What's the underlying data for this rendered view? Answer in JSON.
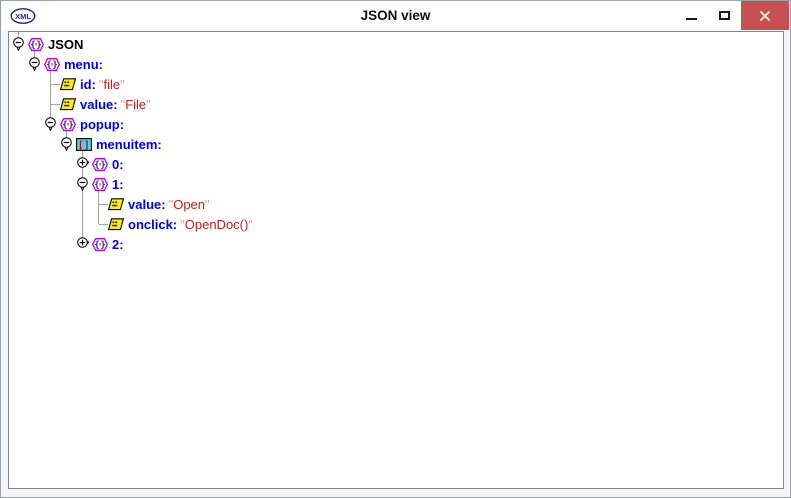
{
  "window": {
    "title": "JSON view",
    "controls": {
      "minimize": "minimize",
      "maximize": "maximize",
      "close": "close"
    },
    "app_icon_text": "XML"
  },
  "colors": {
    "titlebar_bg": "#ffffff",
    "window_border": "#9aa3ac",
    "close_button_bg": "#c75050",
    "close_glyph": "#ffffff",
    "panel_border": "#828790",
    "panel_bg": "#ffffff",
    "tree_line": "#a3a3a3",
    "label_blue": "#0000f0",
    "root_label_black": "#000000",
    "string_value_red": "#be2020",
    "quote_light_red": "#d89e9e",
    "object_icon_border_magenta": "#c800c8",
    "object_icon_brace_blue": "#2020cc",
    "object_icon_center_orange": "#ff8a00",
    "array_icon_bg_cyan": "#40d8f0",
    "array_icon_bracket_red": "#d00000",
    "leaf_icon_bg_yellow": "#ffee00"
  },
  "tree": {
    "rows": [
      {
        "level": 0,
        "expander": "expanded",
        "icon": "object",
        "label": "JSON",
        "value": null,
        "label_style": "root"
      },
      {
        "level": 1,
        "expander": "expanded",
        "icon": "object",
        "label": "menu:",
        "value": null,
        "label_style": "name"
      },
      {
        "level": 2,
        "expander": "leaf",
        "icon": "text",
        "label": "id:",
        "value": "file",
        "label_style": "name"
      },
      {
        "level": 2,
        "expander": "leaf",
        "icon": "text",
        "label": "value:",
        "value": "File",
        "label_style": "name"
      },
      {
        "level": 2,
        "expander": "expanded",
        "icon": "object",
        "label": "popup:",
        "value": null,
        "label_style": "name"
      },
      {
        "level": 3,
        "expander": "expanded",
        "icon": "array",
        "label": "menuitem:",
        "value": null,
        "label_style": "name"
      },
      {
        "level": 4,
        "expander": "collapsed",
        "icon": "object",
        "label": "0:",
        "value": null,
        "label_style": "name"
      },
      {
        "level": 4,
        "expander": "expanded",
        "icon": "object",
        "label": "1:",
        "value": null,
        "label_style": "name"
      },
      {
        "level": 5,
        "expander": "leaf",
        "icon": "text",
        "label": "value:",
        "value": "Open",
        "label_style": "name"
      },
      {
        "level": 5,
        "expander": "leaf",
        "icon": "text",
        "label": "onclick:",
        "value": "OpenDoc()",
        "label_style": "name"
      },
      {
        "level": 4,
        "expander": "collapsed",
        "icon": "object",
        "label": "2:",
        "value": null,
        "label_style": "name"
      }
    ]
  }
}
